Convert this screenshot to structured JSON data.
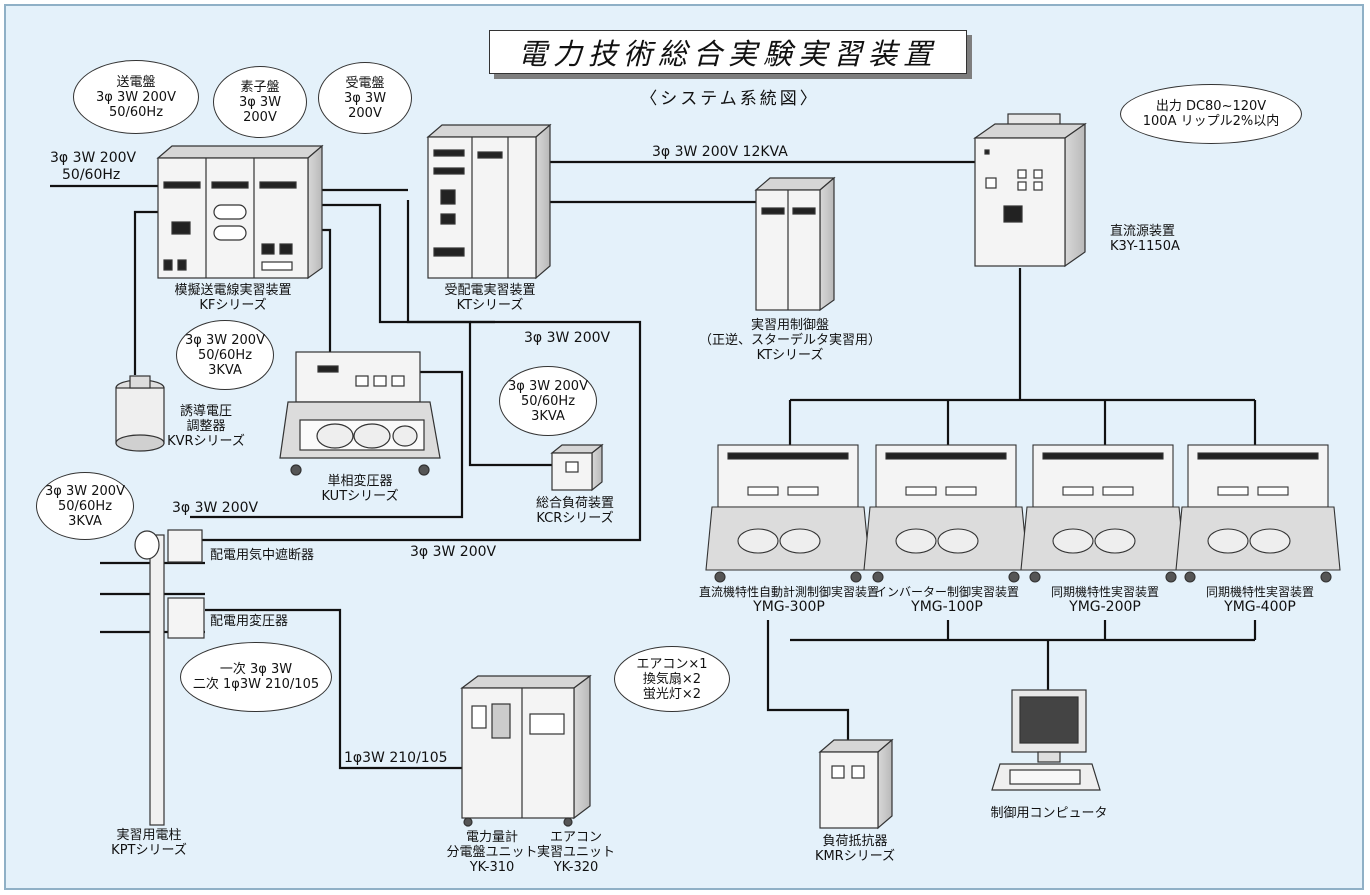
{
  "title": "電力技術総合実験実習装置",
  "subtitle": "〈システム系統図〉",
  "bubbles": {
    "souden": [
      "送電盤",
      "3φ 3W 200V",
      "50/60Hz"
    ],
    "soshi": [
      "素子盤",
      "3φ 3W",
      "200V"
    ],
    "juden": [
      "受電盤",
      "3φ 3W",
      "200V"
    ],
    "dc_output": [
      "出力 DC80~120V",
      "100A リップル2%以内"
    ],
    "kut_supply": [
      "3φ 3W 200V",
      "50/60Hz",
      "3KVA"
    ],
    "kcr_supply": [
      "3φ 3W 200V",
      "50/60Hz",
      "3KVA"
    ],
    "pole_supply": [
      "3φ 3W 200V",
      "50/60Hz",
      "3KVA"
    ],
    "transformer_spec": [
      "一次 3φ 3W",
      "二次 1φ3W 210/105"
    ],
    "aircon_load": [
      "エアコン×1",
      "換気扇×2",
      "蛍光灯×2"
    ]
  },
  "wires": {
    "mains_in": [
      "3φ 3W 200V",
      "50/60Hz"
    ],
    "kt_to_dc": "3φ 3W 200V 12KVA",
    "kcr_line": "3φ 3W 200V",
    "kut_line": "3φ 3W 200V",
    "breaker_line": "3φ 3W 200V",
    "single_phase": "1φ3W 210/105"
  },
  "devices": {
    "kf": [
      "模擬送電線実習装置",
      "KFシリーズ"
    ],
    "kt_receive": [
      "受配電実習装置",
      "KTシリーズ"
    ],
    "kt_control": [
      "実習用制御盤",
      "（正逆、スターデルタ実習用）",
      "KTシリーズ"
    ],
    "dc_source": [
      "直流源装置",
      "K3Y-1150A"
    ],
    "kvr": [
      "誘導電圧",
      "調整器",
      "KVRシリーズ"
    ],
    "kut": [
      "単相変圧器",
      "KUTシリーズ"
    ],
    "kcr": [
      "総合負荷装置",
      "KCRシリーズ"
    ],
    "breaker": "配電用気中遮断器",
    "transformer": "配電用変圧器",
    "pole": [
      "実習用電柱",
      "KPTシリーズ"
    ],
    "yk310": [
      "電力量計",
      "分電盤ユニット",
      "YK-310"
    ],
    "yk320": [
      "エアコン",
      "実習ユニット",
      "YK-320"
    ],
    "kmr": [
      "負荷抵抗器",
      "KMRシリーズ"
    ],
    "computer": "制御用コンピュータ",
    "ymg300": [
      "直流機特性自動計測制御実習装置",
      "YMG-300P"
    ],
    "ymg100": [
      "インバーター制御実習装置",
      "YMG-100P"
    ],
    "ymg200": [
      "同期機特性実習装置",
      "YMG-200P"
    ],
    "ymg400": [
      "同期機特性実習装置",
      "YMG-400P"
    ]
  },
  "colors": {
    "background": "#e4f1fa",
    "cabinet": "#f4f4f4",
    "cabinet_shade": "#c9c9c9",
    "line": "#111111"
  }
}
